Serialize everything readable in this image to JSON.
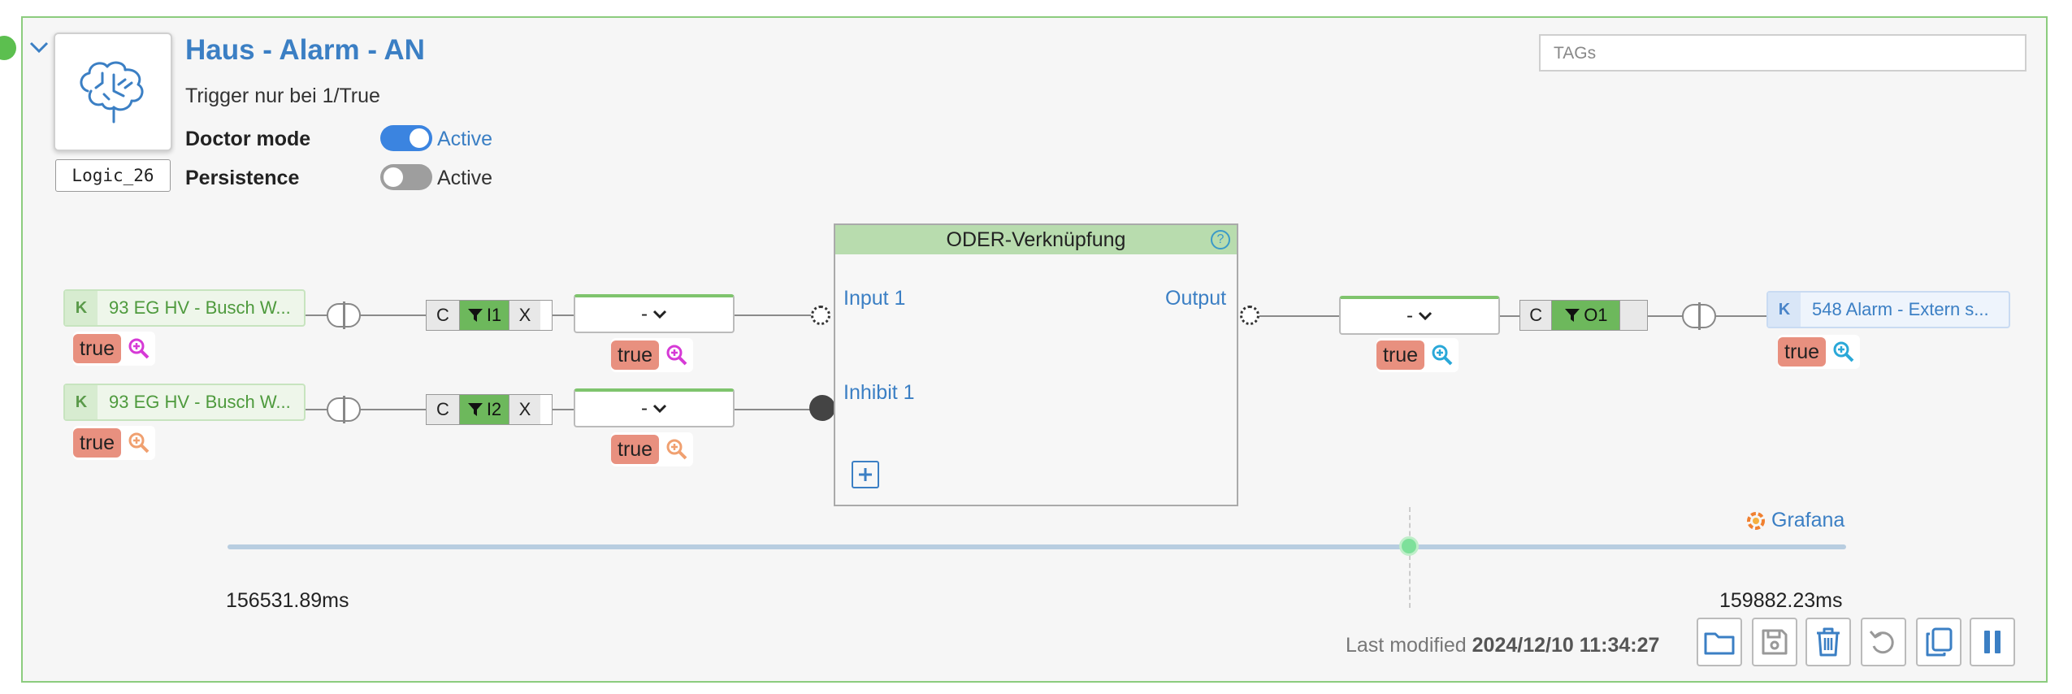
{
  "logic": {
    "title": "Haus - Alarm - AN",
    "subtitle": "Trigger nur bei 1/True",
    "id": "Logic_26",
    "doctor_mode": {
      "label": "Doctor mode",
      "state_label": "Active",
      "on": true
    },
    "persistence": {
      "label": "Persistence",
      "state_label": "Active",
      "on": false
    },
    "tags_placeholder": "TAGs"
  },
  "inputs": [
    {
      "k": "K",
      "name": "93 EG HV - Busch W...",
      "value": "true",
      "c": "C",
      "filter": "I1",
      "x": "X",
      "select": "-",
      "select_value": "true"
    },
    {
      "k": "K",
      "name": "93 EG HV - Busch W...",
      "value": "true",
      "c": "C",
      "filter": "I2",
      "x": "X",
      "select": "-",
      "select_value": "true"
    }
  ],
  "block": {
    "title": "ODER-Verknüpfung",
    "help": "?",
    "input_1": "Input 1",
    "inhibit_1": "Inhibit 1",
    "output": "Output"
  },
  "output": {
    "select": "-",
    "select_value": "true",
    "c": "C",
    "filter": "O1",
    "k": "K",
    "name": "548 Alarm - Extern s...",
    "value": "true"
  },
  "timeline": {
    "start": "156531.89ms",
    "end": "159882.23ms",
    "grafana": "Grafana"
  },
  "footer": {
    "last_modified_label": "Last modified",
    "last_modified_value": "2024/12/10 11:34:27"
  },
  "toolbar_icons": [
    "folder-icon",
    "save-icon",
    "trash-icon",
    "undo-icon",
    "copy-icon",
    "pause-icon"
  ],
  "colors": {
    "accent": "#3b7fc4",
    "green": "#6db85c",
    "value_badge": "#e8907f",
    "magenta": "#d63ad6",
    "orange": "#f0a070",
    "cyan": "#2aa8d8"
  }
}
